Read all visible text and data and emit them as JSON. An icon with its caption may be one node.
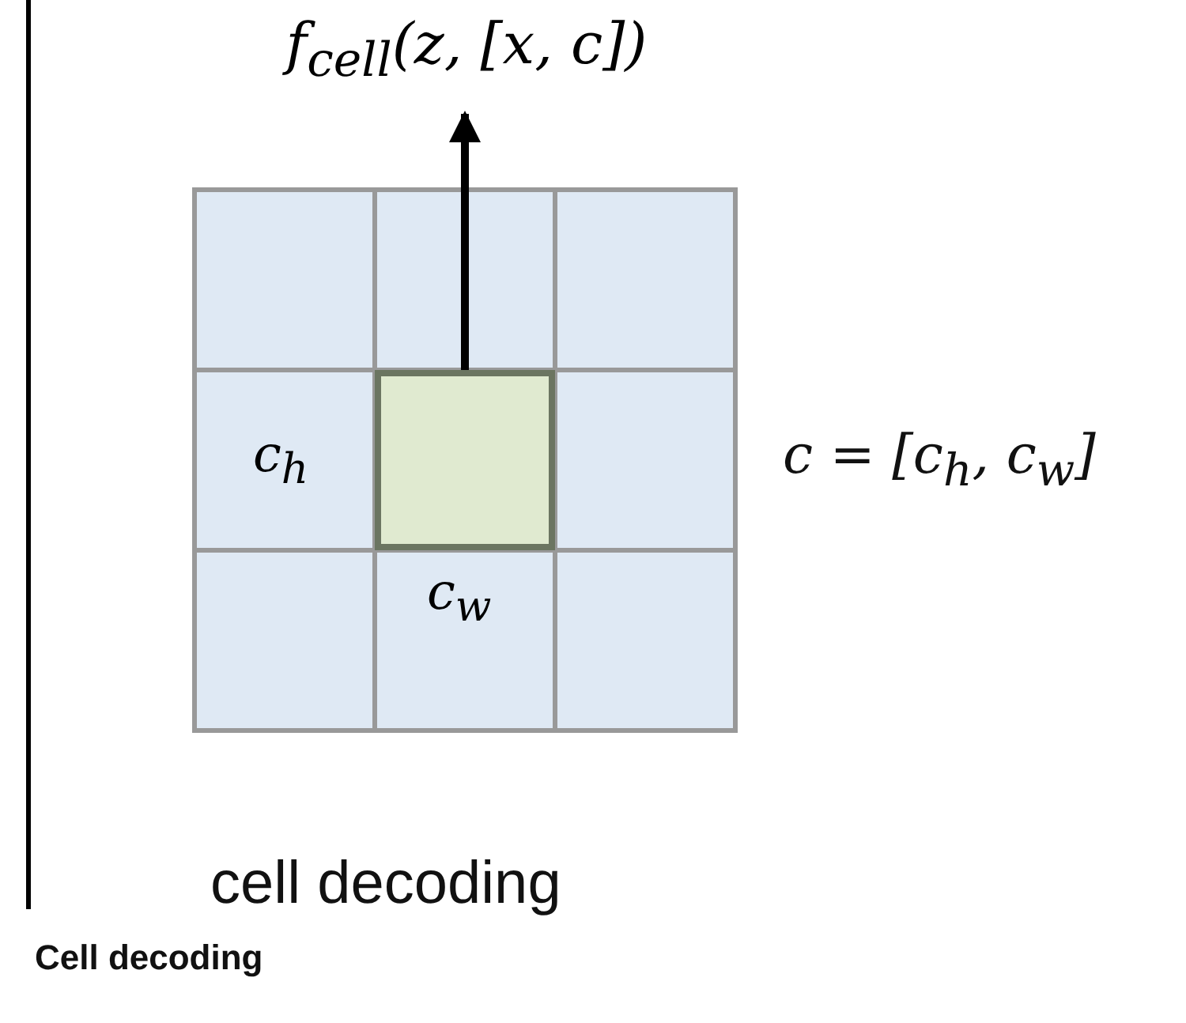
{
  "diagram": {
    "nodes": [
      {
        "text": [
          "f$_{cell}$(z, [x, c])"
        ]
      },
      {
        "text": [],
        "shape": "box",
        "beside": [
          "c$_{h}$",
          "c$_{w}$"
        ]
      }
    ],
    "edges": [
      {
        "from": 1,
        "to": 0,
        "arrow": "to"
      }
    ],
    "labels": [
      "c = [c$_{h}$, c$_{w}$]",
      "cell decoding",
      "Cell decoding"
    ]
  }
}
